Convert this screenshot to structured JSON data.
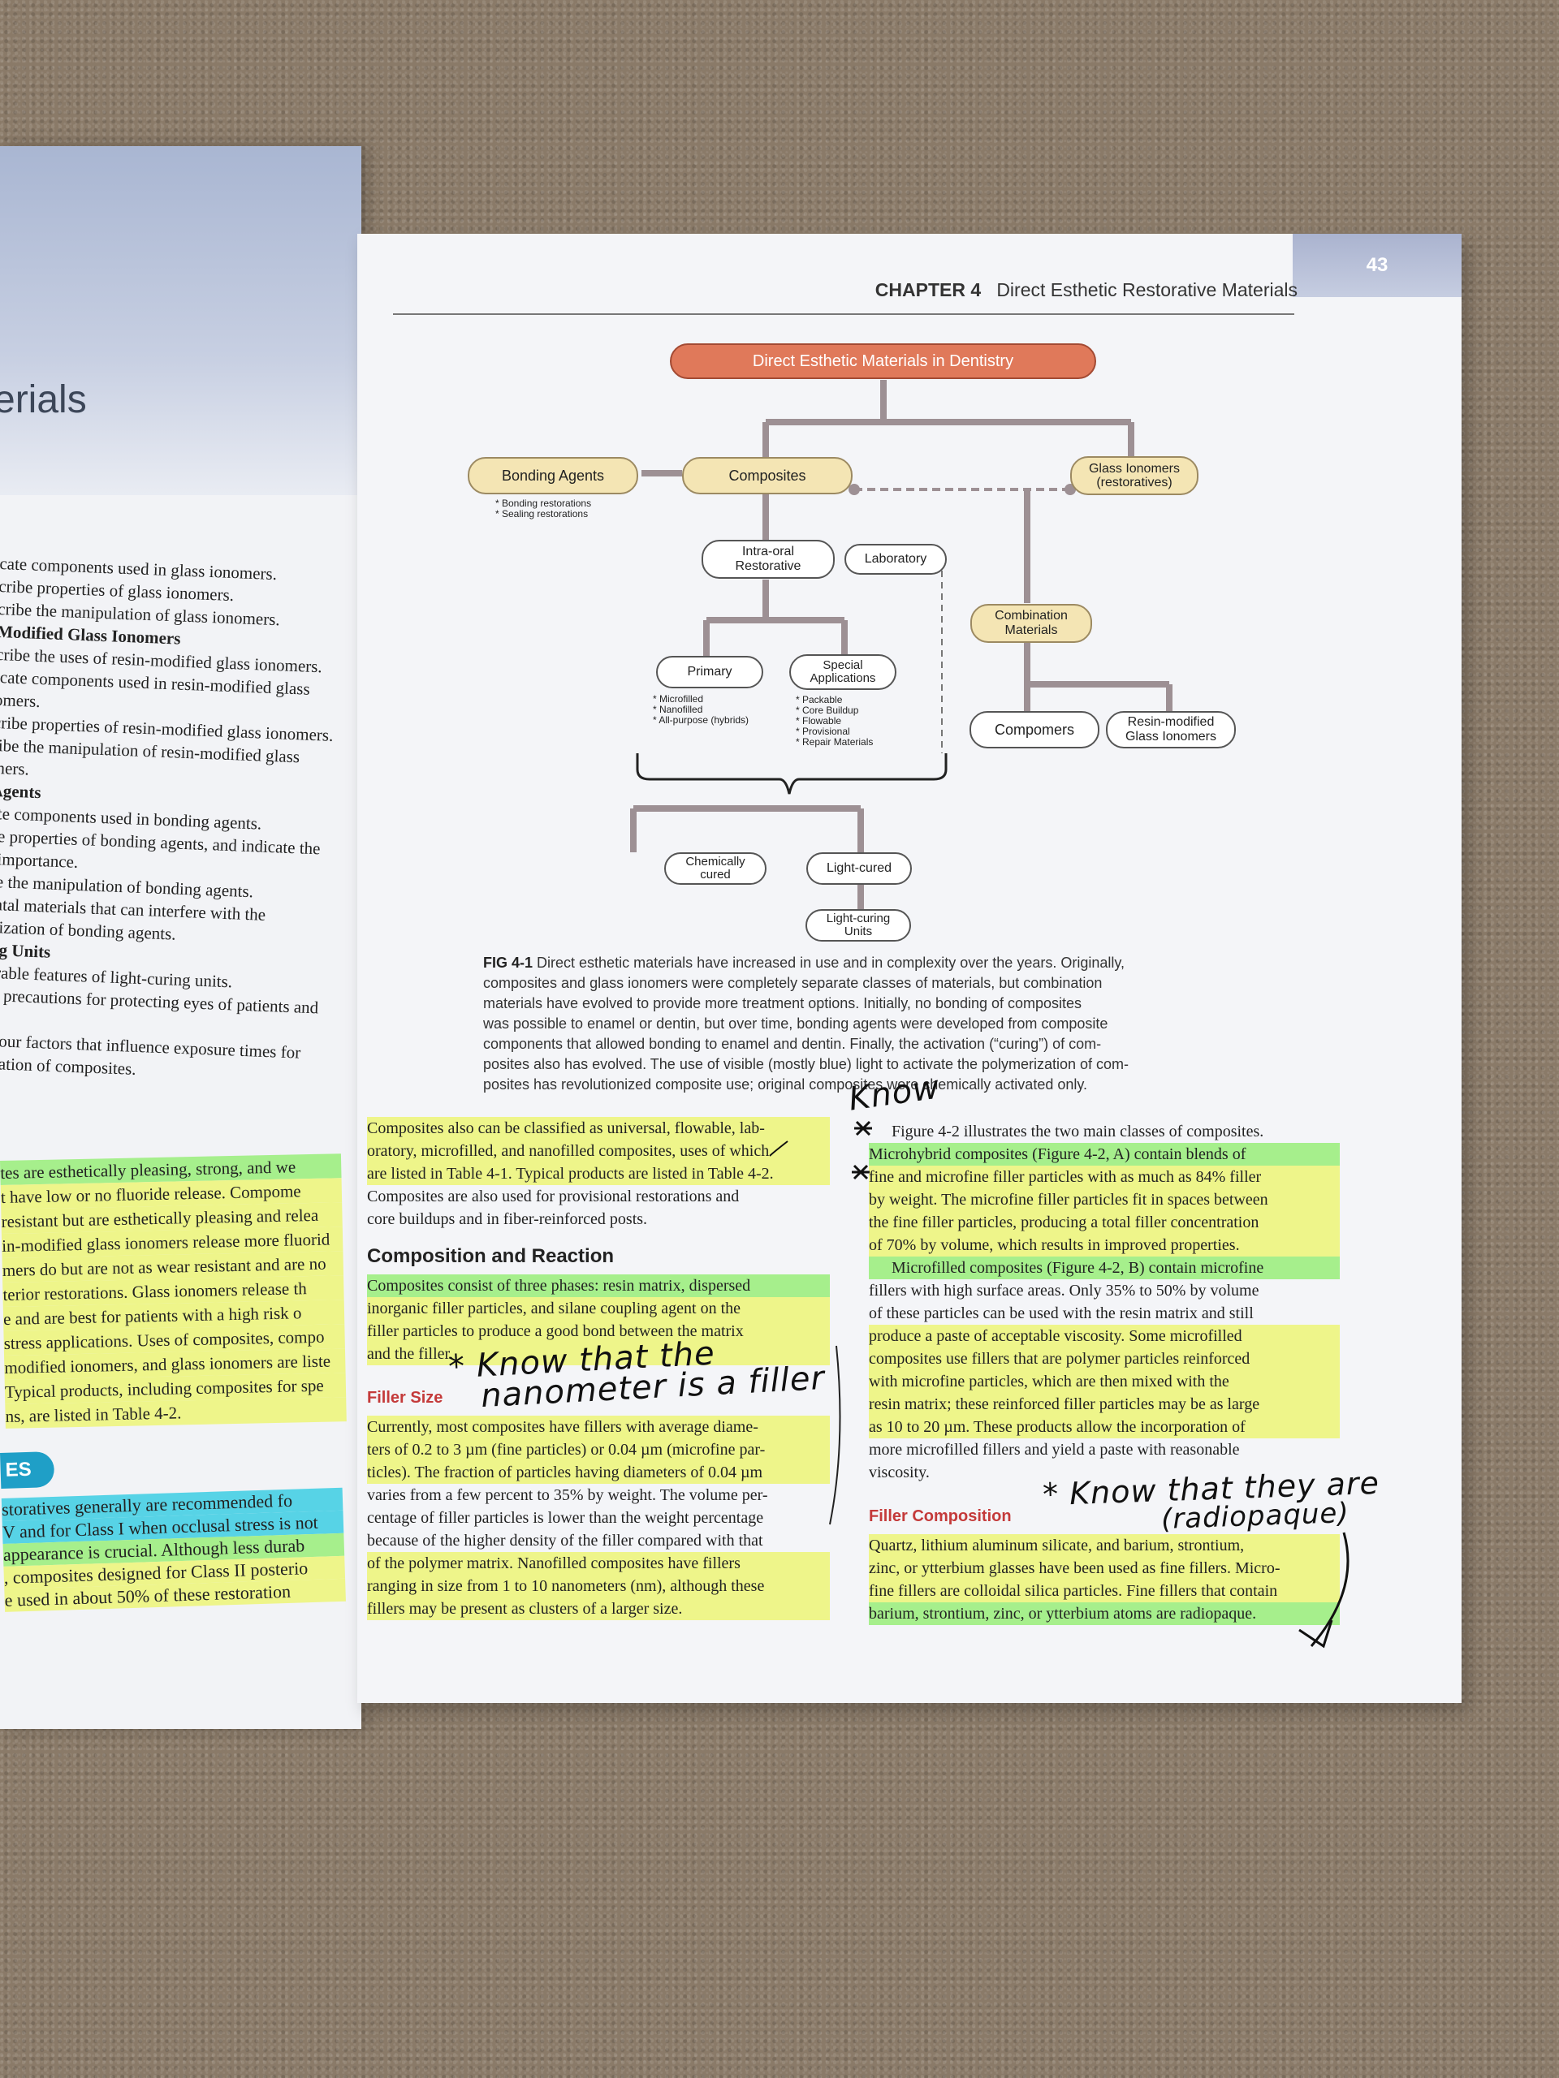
{
  "left_page": {
    "chapter_title_fragment": "erials",
    "objectives": [
      {
        "text": "cate components used in glass ionomers.",
        "bold": false
      },
      {
        "text": "cribe properties of glass ionomers.",
        "bold": false
      },
      {
        "text": "cribe the manipulation of glass ionomers.",
        "bold": false
      },
      {
        "text": "Modified Glass Ionomers",
        "bold": true
      },
      {
        "text": "cribe the uses of resin-modified glass ionomers.",
        "bold": false
      },
      {
        "text": "icate components used in resin-modified glass",
        "bold": false
      },
      {
        "text": "omers.",
        "bold": false
      },
      {
        "text": "cribe properties of resin-modified glass ionomers.",
        "bold": false
      },
      {
        "text": "ribe the manipulation of resin-modified glass",
        "bold": false
      },
      {
        "text": "mers.",
        "bold": false
      },
      {
        "text": "Agents",
        "bold": true
      },
      {
        "text": "ate components used in bonding agents.",
        "bold": false
      },
      {
        "text": "be properties of bonding agents, and indicate the",
        "bold": false
      },
      {
        "text": "l importance.",
        "bold": false
      },
      {
        "text": "be the manipulation of bonding agents.",
        "bold": false
      },
      {
        "text": "ental materials that can interfere with the",
        "bold": false
      },
      {
        "text": "erization of bonding agents.",
        "bold": false
      },
      {
        "text": "ing Units",
        "bold": true
      },
      {
        "text": "sirable features of light-curing units.",
        "bold": false
      },
      {
        "text": "be precautions for protecting eyes of patients and",
        "bold": false
      },
      {
        "text": "",
        "bold": false
      },
      {
        "text": "e four factors that influence exposure times for",
        "bold": false
      },
      {
        "text": "rization of composites.",
        "bold": false
      }
    ],
    "body_lines": [
      "tes are esthetically pleasing, strong, and we",
      "t have low or no fluoride release. Compome",
      "resistant but are esthetically pleasing and relea",
      "in-modified glass ionomers release more fluorid",
      "mers do but are not as wear resistant and are no",
      "terior restorations. Glass ionomers release th",
      "e and are best for patients with a high risk o",
      "stress applications. Uses of composites, compo",
      "modified ionomers, and glass ionomers are liste",
      "Typical products, including composites for spe",
      "ns, are listed in Table 4-2."
    ],
    "banner_tab": "ES",
    "banner_lines": [
      "storatives generally are recommended fo",
      "V and for Class I when occlusal stress is not",
      "appearance is crucial. Although less durab",
      ", composites designed for Class II posterio",
      "e used in about 50% of these restoration"
    ]
  },
  "right_page": {
    "running_head_chapter": "CHAPTER 4",
    "running_head_title": "Direct Esthetic Restorative Materials",
    "page_number": "43",
    "diagram": {
      "title": "Direct Esthetic Materials in Dentistry",
      "bonding_agents": "Bonding Agents",
      "bonding_bullets": [
        "* Bonding restorations",
        "* Sealing restorations"
      ],
      "composites": "Composites",
      "glass_ionomers": [
        "Glass Ionomers",
        "(restoratives)"
      ],
      "intra_oral": [
        "Intra-oral",
        "Restorative"
      ],
      "laboratory": "Laboratory",
      "combination": [
        "Combination",
        "Materials"
      ],
      "primary": "Primary",
      "primary_bullets": [
        "* Microfilled",
        "* Nanofilled",
        "* All-purpose (hybrids)"
      ],
      "special": [
        "Special",
        "Applications"
      ],
      "special_bullets": [
        "* Packable",
        "* Core Buildup",
        "* Flowable",
        "* Provisional",
        "* Repair Materials"
      ],
      "compomers": "Compomers",
      "resin_modified": [
        "Resin-modified",
        "Glass Ionomers"
      ],
      "chemically_cured": [
        "Chemically",
        "cured"
      ],
      "light_cured": "Light-cured",
      "light_curing_units": [
        "Light-curing",
        "Units"
      ]
    },
    "caption": {
      "label": "FIG 4-1",
      "lines": [
        "Direct esthetic materials have increased in use and in complexity over the years. Originally,",
        "composites and glass ionomers were completely separate classes of materials, but combination",
        "materials have evolved to provide more treatment options. Initially, no bonding of composites",
        "was possible to enamel or dentin, but over time, bonding agents were developed from composite",
        "components that allowed bonding to enamel and dentin. Finally, the activation (“curing”) of com-",
        "posites also has evolved. The use of visible (mostly blue) light to activate the polymerization of com-",
        "posites has revolutionized composite use; original composites were chemically activated only."
      ]
    },
    "left_column": {
      "intro_lines": [
        "Composites also can be classified as universal, flowable, lab-",
        "oratory, microfilled, and nanofilled composites, uses of which",
        "are listed in Table 4-1. Typical products are listed in Table 4-2.",
        "Composites are also used for provisional restorations and",
        "core buildups and in fiber-reinforced posts."
      ],
      "heading": "Composition and Reaction",
      "composition_lines": [
        "Composites consist of three phases: resin matrix, dispersed",
        "inorganic filler particles, and silane coupling agent on the",
        "filler particles to produce a good bond between the matrix",
        "and the filler."
      ],
      "subhead": "Filler Size",
      "filler_size_lines": [
        "Currently, most composites have fillers with average diame-",
        "ters of 0.2 to 3 µm (fine particles) or 0.04 µm (microfine par-",
        "ticles). The fraction of particles having diameters of 0.04 µm",
        "varies from a few percent to 35% by weight. The volume per-",
        "centage of filler particles is lower than the weight percentage",
        "because of the higher density of the filler compared with that",
        "of the polymer matrix. Nanofilled composites have fillers",
        "ranging in size from 1 to 10 nanometers (nm), although these",
        "fillers may be present as clusters of a larger size."
      ]
    },
    "right_column": {
      "lines_a": [
        "Figure 4-2 illustrates the two main classes of composites.",
        "Microhybrid composites (Figure 4-2, A) contain blends of",
        "fine and microfine filler particles with as much as 84% filler",
        "by weight. The microfine filler particles fit in spaces between",
        "the fine filler particles, producing a total filler concentration",
        "of 70% by volume, which results in improved properties."
      ],
      "lines_b": [
        "Microfilled composites (Figure 4-2, B) contain microfine",
        "fillers with high surface areas. Only 35% to 50% by volume",
        "of these particles can be used with the resin matrix and still",
        "produce a paste of acceptable viscosity. Some microfilled",
        "composites use fillers that are polymer particles reinforced",
        "with microfine particles, which are then mixed with the",
        "resin matrix; these reinforced filler particles may be as large",
        "as 10 to 20 µm. These products allow the incorporation of",
        "more microfilled fillers and yield a paste with reasonable",
        "viscosity."
      ],
      "subhead": "Filler Composition",
      "composition_lines": [
        "Quartz, lithium aluminum silicate, and barium, strontium,",
        "zinc, or ytterbium glasses have been used as fine fillers. Micro-",
        "fine fillers are colloidal silica particles. Fine fillers that contain",
        "barium, strontium, zinc, or ytterbium atoms are radiopaque."
      ]
    },
    "handwriting": {
      "know": "Know",
      "filler_note_1": "* Know that the",
      "filler_note_2": "nanometer is a filler",
      "composition_note_1": "* Know that they are",
      "composition_note_2": "(radiopaque)"
    }
  }
}
